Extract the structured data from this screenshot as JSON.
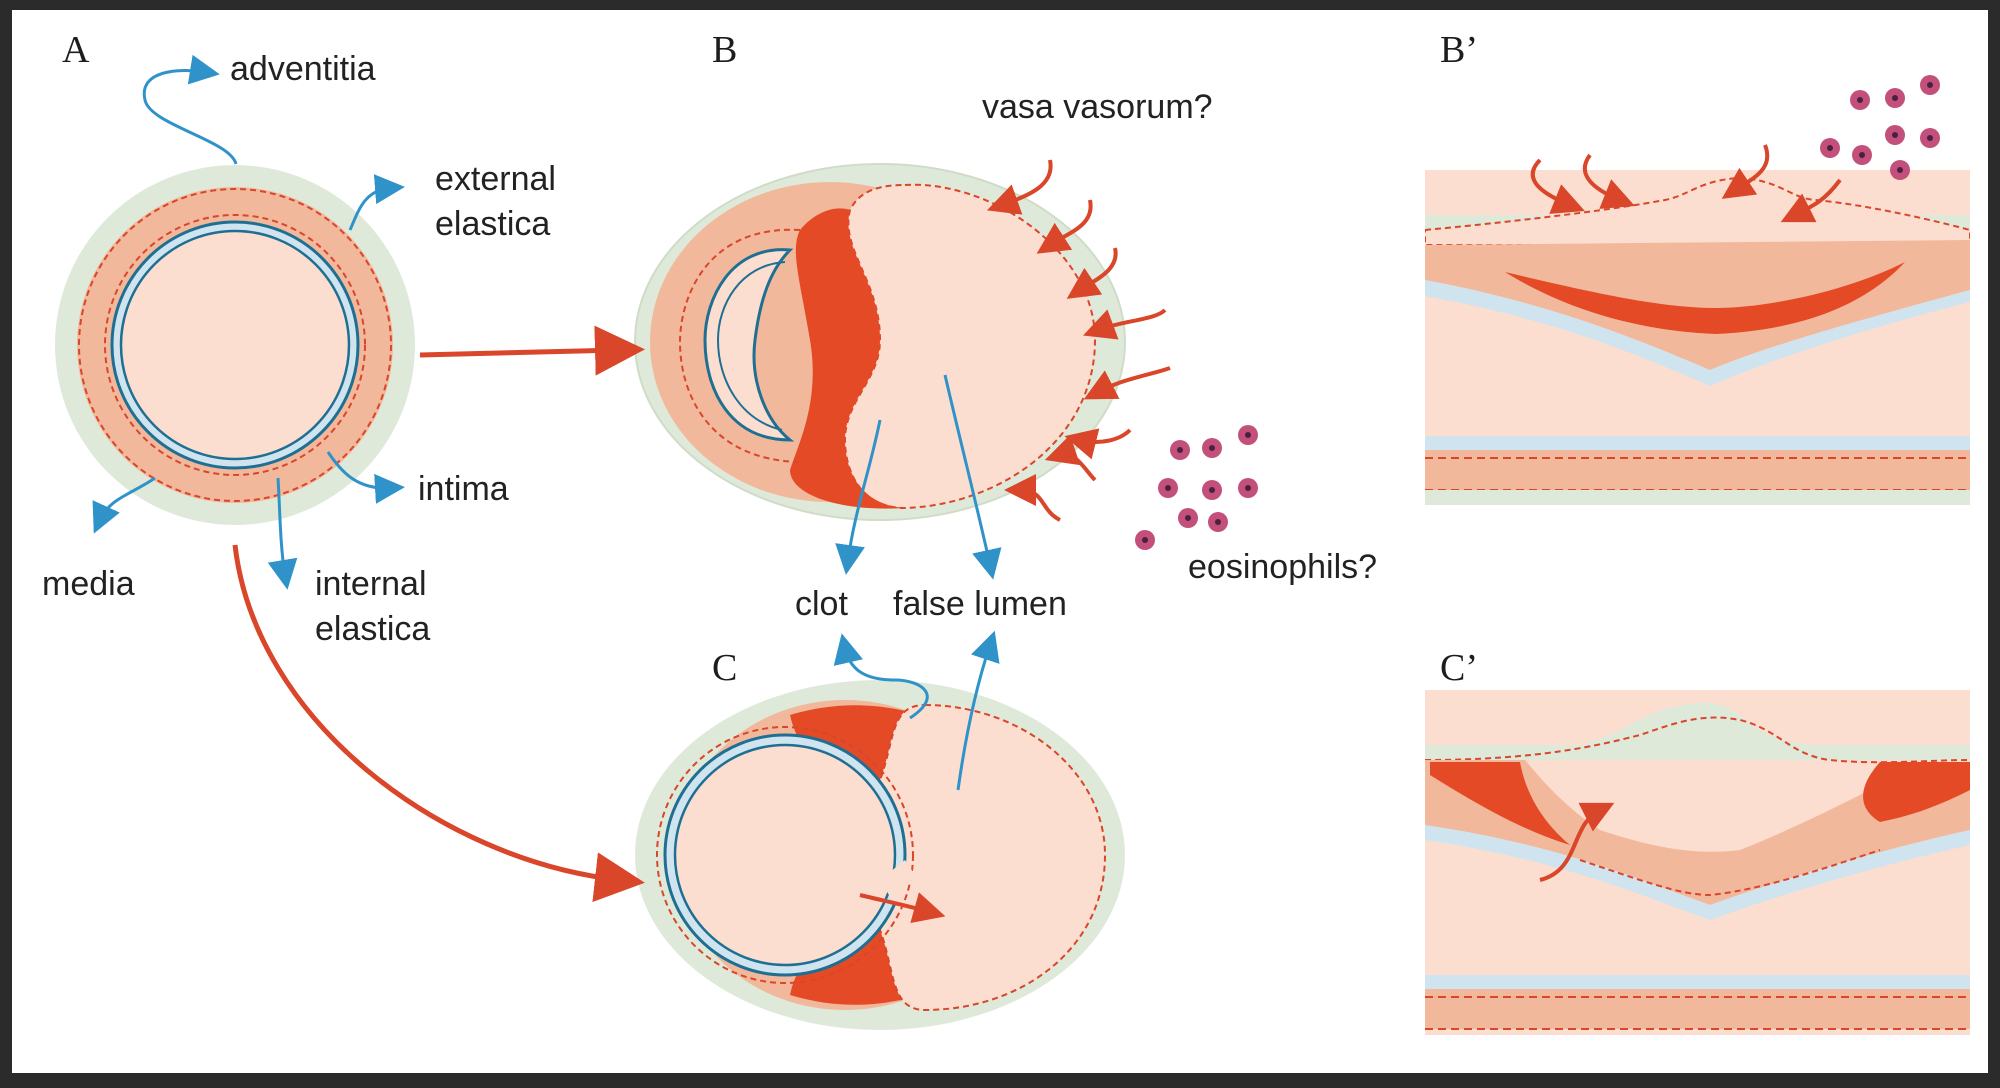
{
  "colors": {
    "frame": "#2b2b2b",
    "background": "#ffffff",
    "adventitia": "#dfe9d9",
    "media": "#f2b89c",
    "lumen": "#fbded0",
    "intima_line": "#1f6f93",
    "intima_fill": "#cfe4ef",
    "clot": "#e54a26",
    "arrow_red": "#d9462a",
    "arrow_blue": "#2f93c9",
    "eosinophil": "#c2507a",
    "eosinophil_center": "#4a2040"
  },
  "panels": {
    "a": "A",
    "b": "B",
    "c": "C",
    "b_prime": "B’",
    "c_prime": "C’"
  },
  "labels": {
    "adventitia": "adventitia",
    "external_elastica_1": "external",
    "external_elastica_2": "elastica",
    "intima": "intima",
    "media": "media",
    "internal_elastica_1": "internal",
    "internal_elastica_2": "elastica",
    "vasa_vasorum": "vasa vasorum?",
    "clot": "clot",
    "false_lumen": "false lumen",
    "eosinophils": "eosinophils?"
  }
}
